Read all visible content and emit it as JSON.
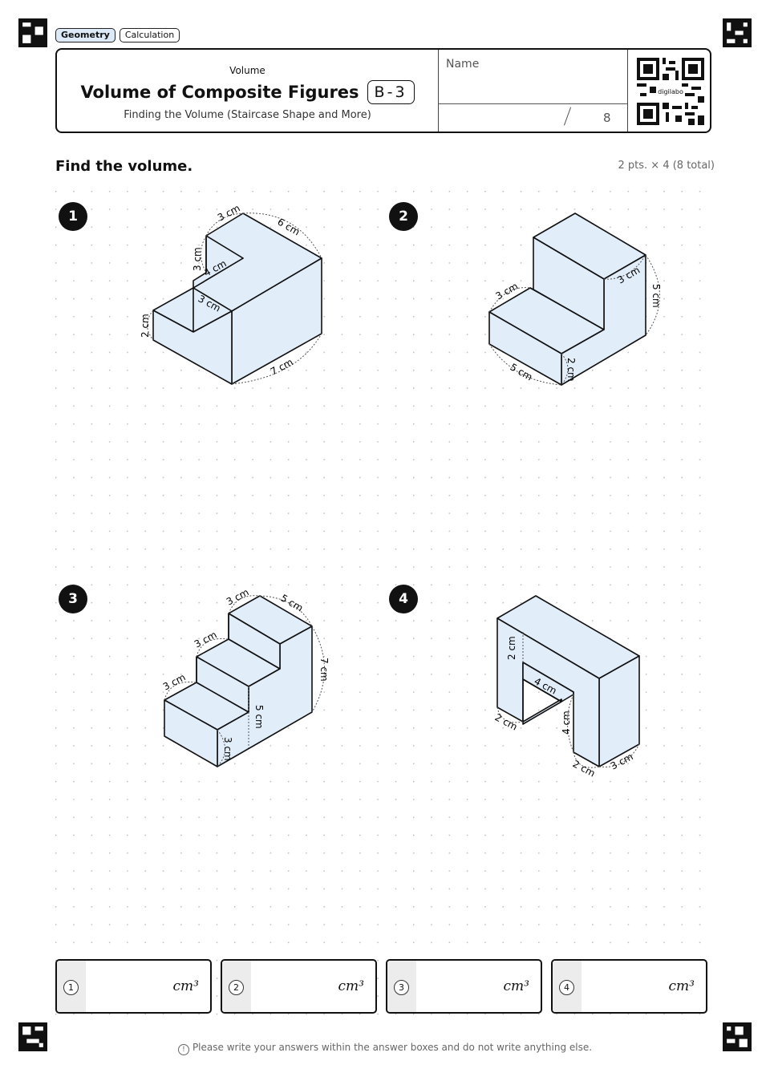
{
  "tags": [
    "Geometry",
    "Calculation"
  ],
  "header": {
    "subject": "Volume",
    "title": "Volume of Composite Figures",
    "code": "B-3",
    "subtitle": "Finding the Volume (Staircase Shape and More)",
    "name_label": "Name",
    "score_total": "8",
    "qr_label": "digilabo"
  },
  "instruction": "Find the volume.",
  "points": "2 pts. × 4 (8 total)",
  "problems": [
    {
      "num": "1",
      "labels": [
        "3 cm",
        "6 cm",
        "3 cm",
        "4 cm",
        "3 cm",
        "2 cm",
        "7 cm"
      ]
    },
    {
      "num": "2",
      "labels": [
        "3 cm",
        "3 cm",
        "5 cm",
        "5 cm",
        "2 cm"
      ]
    },
    {
      "num": "3",
      "labels": [
        "3 cm",
        "5 cm",
        "3 cm",
        "3 cm",
        "7 cm",
        "5 cm",
        "3 cm"
      ]
    },
    {
      "num": "4",
      "labels": [
        "2 cm",
        "4 cm",
        "2 cm",
        "4 cm",
        "2 cm",
        "3 cm"
      ]
    }
  ],
  "answers": [
    {
      "num": "1",
      "unit": "cm³"
    },
    {
      "num": "2",
      "unit": "cm³"
    },
    {
      "num": "3",
      "unit": "cm³"
    },
    {
      "num": "4",
      "unit": "cm³"
    }
  ],
  "footer": {
    "icon": "!",
    "text": "Please write your answers within the answer boxes and do not write anything else."
  },
  "colors": {
    "face": "#e2edfa",
    "ink": "#111111",
    "dot": "#bbbbbb"
  }
}
